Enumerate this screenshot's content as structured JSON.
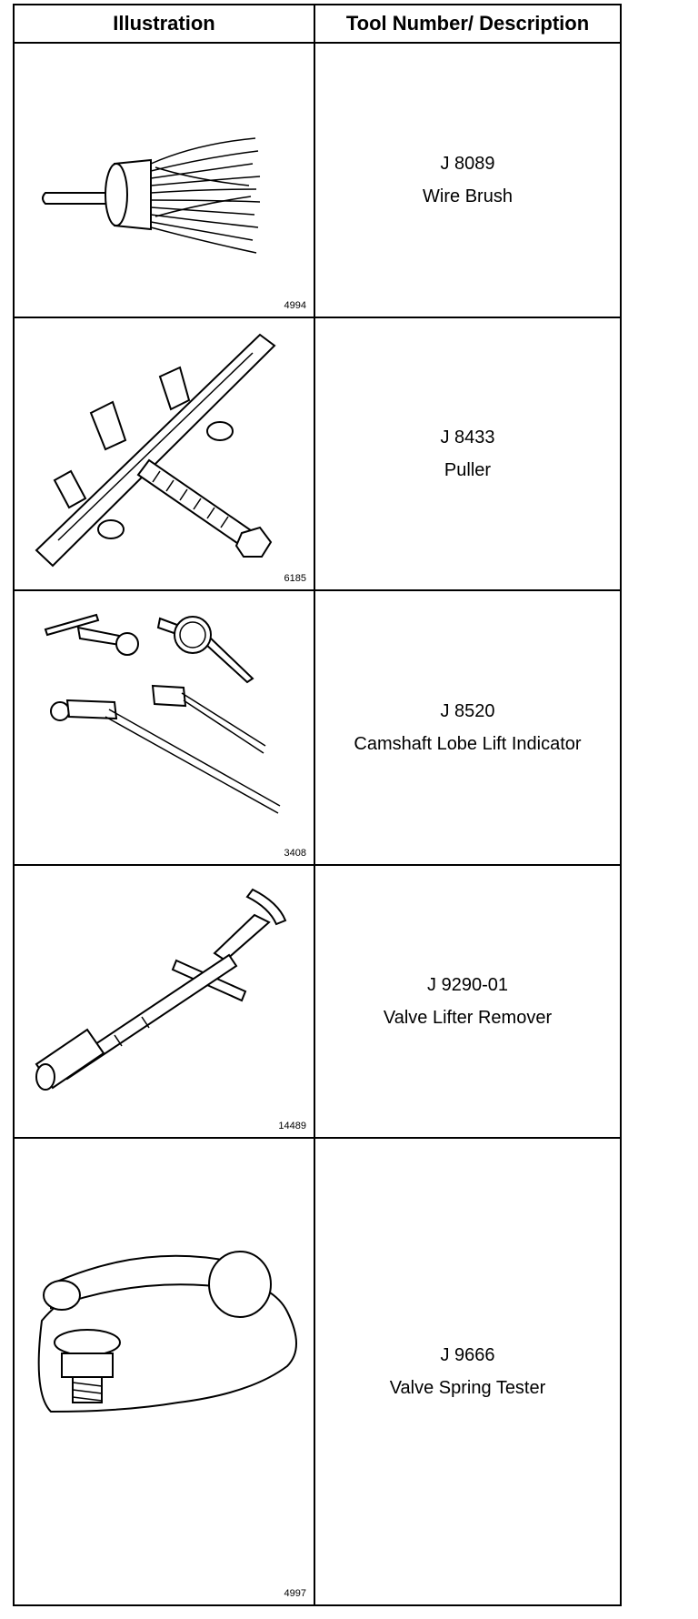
{
  "header": {
    "illustration": "Illustration",
    "description": "Tool Number/ Description"
  },
  "rows": [
    {
      "tool_number": "J 8089",
      "description": "Wire Brush",
      "figure": "4994",
      "icon": "wire-brush-icon"
    },
    {
      "tool_number": "J 8433",
      "description": "Puller",
      "figure": "6185",
      "icon": "puller-icon"
    },
    {
      "tool_number": "J 8520",
      "description": "Camshaft Lobe Lift Indicator",
      "figure": "3408",
      "icon": "dial-indicator-icon"
    },
    {
      "tool_number": "J 9290-01",
      "description": "Valve Lifter Remover",
      "figure": "14489",
      "icon": "valve-lifter-remover-icon"
    },
    {
      "tool_number": "J 9666",
      "description": "Valve Spring Tester",
      "figure": "4997",
      "icon": "valve-spring-tester-icon"
    }
  ]
}
